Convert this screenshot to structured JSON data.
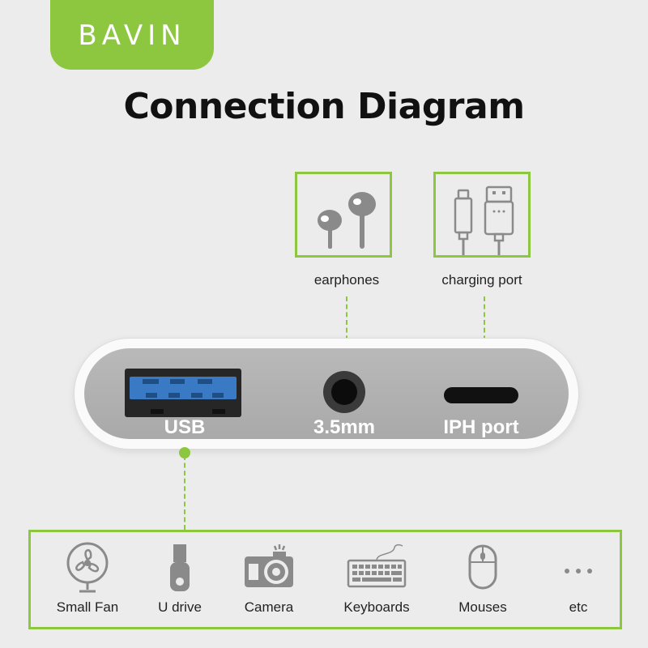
{
  "brand": {
    "logo_text": "BAVIN",
    "accent_color": "#8dc63f"
  },
  "title": "Connection Diagram",
  "top_ports": [
    {
      "label": "earphones",
      "icon": "earphones-icon"
    },
    {
      "label": "charging port",
      "icon": "lightning-usb-cable-icon"
    }
  ],
  "device": {
    "ports": [
      {
        "label": "USB"
      },
      {
        "label": "3.5mm"
      },
      {
        "label": "IPH port"
      }
    ]
  },
  "usb_devices": [
    {
      "label": "Small Fan",
      "icon": "fan-icon"
    },
    {
      "label": "U drive",
      "icon": "usb-drive-icon"
    },
    {
      "label": "Camera",
      "icon": "camera-icon"
    },
    {
      "label": "Keyboards",
      "icon": "keyboard-icon"
    },
    {
      "label": "Mouses",
      "icon": "mouse-icon"
    },
    {
      "label": "etc",
      "icon": "ellipsis-icon"
    }
  ]
}
